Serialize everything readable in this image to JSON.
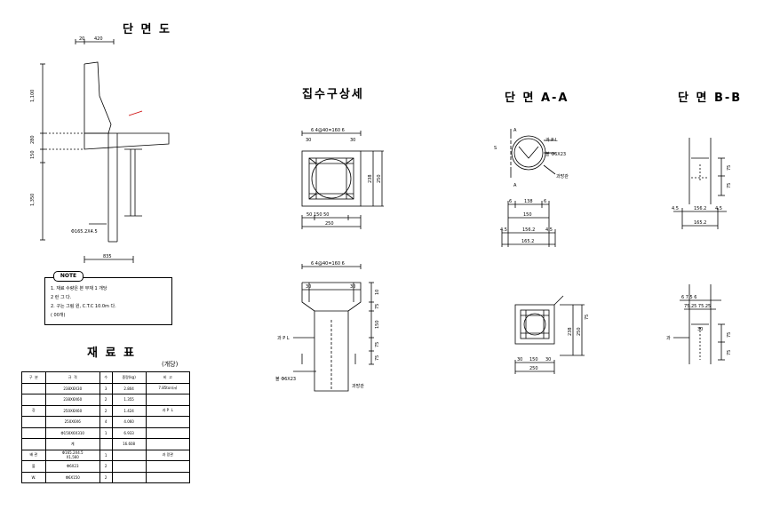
{
  "titles": {
    "section": "단 면 도",
    "catch_basin": "집수구상세",
    "section_aa": "단 면 A-A",
    "section_bb": "단 면 B-B",
    "material_table": "재 료 표"
  },
  "material_unit": "(개당)",
  "dims": {
    "top_20": "20",
    "top_420": "420",
    "bot_835": "835",
    "v_1100": "1,100",
    "v_280": "280",
    "v_150": "150",
    "v_1350": "1,350",
    "pipe_label": "Φ165.2X4.5",
    "plan_top": "6  4@40=160  6",
    "plan_30a": "30",
    "plan_30b": "30",
    "plan_bottom": "50   150   50",
    "plan_250": "250",
    "plan_right_238": "238",
    "plan_right_250": "250",
    "elev_top": "6  4@40=160  6",
    "elev_30a": "30",
    "elev_30b": "30",
    "elev_r1": "10",
    "elev_r2": "75",
    "elev_r3": "150",
    "elev_r4": "75",
    "elev_r5": "75",
    "elev_pl": "과 P  L",
    "elev_bolt": "볼 Φ6X23",
    "elev_mesh": "과망관",
    "aa_pl": "과 P  L",
    "aa_bolt": "볼 Φ6X23",
    "aa_mesh": "과망관",
    "aa_a1": "A",
    "aa_a2": "A",
    "aa_s": "S",
    "aa_6a": "6",
    "aa_138": "138",
    "aa_6b": "6",
    "aa_150": "150",
    "aa_45a": "4.5",
    "aa_1562": "156.2",
    "aa_45b": "4.5",
    "aa_1652": "165.2",
    "bb_45a": "4.5",
    "bb_1562": "156.2",
    "bb_45b": "4.5",
    "bb_1652": "165.2",
    "bb_75a": "75",
    "bb_75b": "75",
    "bb_top": "6   7.5   6",
    "bb_top2": "75.25  75.25",
    "bb_30": "30",
    "bb_75c": "75",
    "bb_75d": "75",
    "bb_left": "과",
    "sm_150": "150",
    "sm_30a": "30",
    "sm_30b": "30",
    "sm_250": "250",
    "sm_238": "238",
    "sm_250r": "250",
    "sm_75": "75"
  },
  "note": {
    "tag": "NOTE",
    "line1": "1. 재료 수량은 본 부재 1 개당",
    "line2": "   2 런 그 다.",
    "line3": "2. 구는 그림 원, C.T.C 10.0m 다.",
    "line4": "   ( 00개)"
  },
  "material_rows": [
    [
      "구  분",
      "규  격",
      "수",
      "중량(kg)",
      "비  고"
    ],
    [
      "",
      "238X6X30",
      "3",
      "2.804",
      "7.85ton/㎥"
    ],
    [
      "",
      "238X6X60",
      "2",
      "1.355",
      ""
    ],
    [
      "강",
      "250X6X60",
      "2",
      "1.424",
      "과 P  L"
    ],
    [
      "",
      "250X6X6",
      "4",
      "4.060",
      ""
    ],
    [
      "",
      "Φ150X6X310",
      "1",
      "6.933",
      ""
    ],
    [
      "",
      "계",
      "",
      "16.608",
      ""
    ],
    [
      "배 관",
      "Φ165.2X4.5\nX1,560",
      "1",
      "",
      "과 망관"
    ],
    [
      "볼",
      "Φ6X23",
      "2",
      "",
      ""
    ],
    [
      "W.",
      "Φ6X150",
      "2",
      "",
      ""
    ]
  ]
}
